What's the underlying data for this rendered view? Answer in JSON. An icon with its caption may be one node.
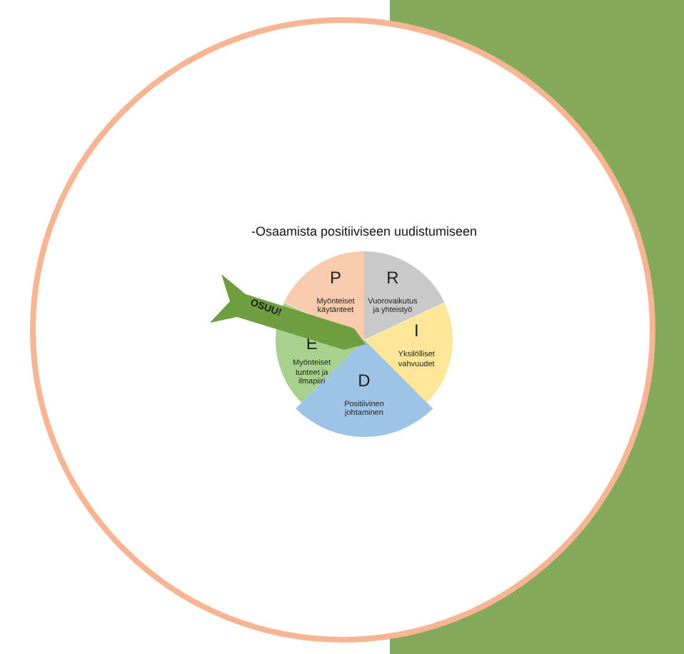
{
  "diagram": {
    "title": "-Osaamista positiiviseen uudistumiseen",
    "nodes": [
      {
        "text": [
          "P",
          "Myönteiset käytänteet"
        ]
      },
      {
        "text": [
          "R",
          "Vuorovaikutus ja yhteistyö"
        ]
      },
      {
        "text": [
          "I",
          "Yksilölliset vahvuudet"
        ]
      },
      {
        "text": [
          "D",
          "Positiivinen johtaminen"
        ]
      },
      {
        "text": [
          "E",
          "Myönteiset tunteet ja ilmapiiri"
        ]
      },
      {
        "text": [
          "OSUU!"
        ]
      }
    ]
  }
}
